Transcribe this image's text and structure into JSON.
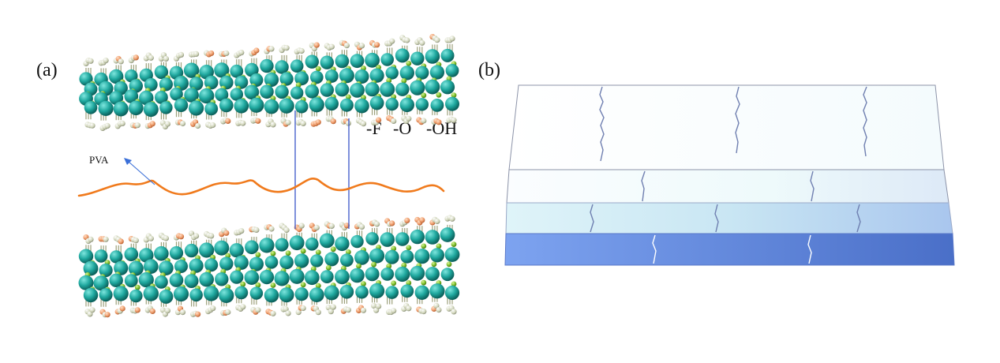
{
  "panels": {
    "a": {
      "label": "(a)"
    },
    "b": {
      "label": "(b)"
    }
  },
  "groups": {
    "f": "-F",
    "o": "-O",
    "oh": "-OH"
  },
  "pva": {
    "label": "PVA"
  },
  "colors": {
    "titanium": "#1fa89f",
    "carbon": "#7fbf2a",
    "hydrogen": "#d8dcc4",
    "oxygen": "#f0a070",
    "pva_chain": "#f07a1c",
    "bond_line": "#3a55c8"
  }
}
